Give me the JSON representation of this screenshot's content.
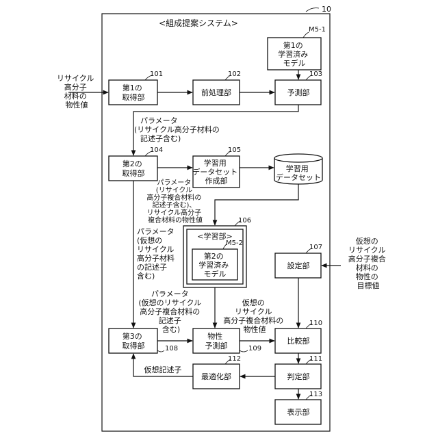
{
  "system": {
    "title": "<組成提案システム>",
    "ref": "10"
  },
  "blocks": {
    "model1": {
      "lines": [
        "第1の",
        "学習済み",
        "モデル"
      ],
      "ref": "M5-1"
    },
    "acq1": {
      "lines": [
        "第1の",
        "取得部"
      ],
      "ref": "101"
    },
    "pre": {
      "lines": [
        "前処理部"
      ],
      "ref": "102"
    },
    "pred": {
      "lines": [
        "予測部"
      ],
      "ref": "103"
    },
    "acq2": {
      "lines": [
        "第2の",
        "取得部"
      ],
      "ref": "104"
    },
    "dsgen": {
      "lines": [
        "学習用",
        "データセット",
        "作成部"
      ],
      "ref": "105"
    },
    "ds": {
      "lines": [
        "学習用",
        "データセット"
      ]
    },
    "learn": {
      "title": "<学習部>",
      "ref": "106"
    },
    "model2": {
      "lines": [
        "第2の",
        "学習済み",
        "モデル"
      ],
      "ref": "M5-2"
    },
    "setting": {
      "lines": [
        "設定部"
      ],
      "ref": "107"
    },
    "acq3": {
      "lines": [
        "第3の",
        "取得部"
      ],
      "ref": "108"
    },
    "proppred": {
      "lines": [
        "物性",
        "予測部"
      ],
      "ref": "109"
    },
    "compare": {
      "lines": [
        "比較部"
      ],
      "ref": "110"
    },
    "judge": {
      "lines": [
        "判定部"
      ],
      "ref": "111"
    },
    "optimize": {
      "lines": [
        "最適化部"
      ],
      "ref": "112"
    },
    "display": {
      "lines": [
        "表示部"
      ],
      "ref": "113"
    }
  },
  "labels": {
    "input_left": [
      "リサイクル",
      "高分子",
      "材料の",
      "物性値"
    ],
    "param1": [
      "パラメータ",
      "(リサイクル高分子材料の",
      "記述子含む)"
    ],
    "param2": [
      "パラメータ",
      "(リサイクル",
      "高分子複合材料の",
      "記述子含む)、",
      "リサイクル高分子",
      "複合材料の物性値"
    ],
    "param3": [
      "パラメータ",
      "(仮想の",
      "リサイクル",
      "高分子材料",
      "の記述子",
      "含む)"
    ],
    "param4": [
      "パラメータ",
      "(仮想のリサイクル",
      "高分子複合材料の",
      "記述子",
      "含む)"
    ],
    "virtual_prop": [
      "仮想の",
      "リサイクル",
      "高分子複合材料の",
      "物性値"
    ],
    "input_right": [
      "仮想の",
      "リサイクル",
      "高分子複合",
      "材料の",
      "物性の",
      "目標値"
    ],
    "virtual_desc": "仮想記述子"
  }
}
